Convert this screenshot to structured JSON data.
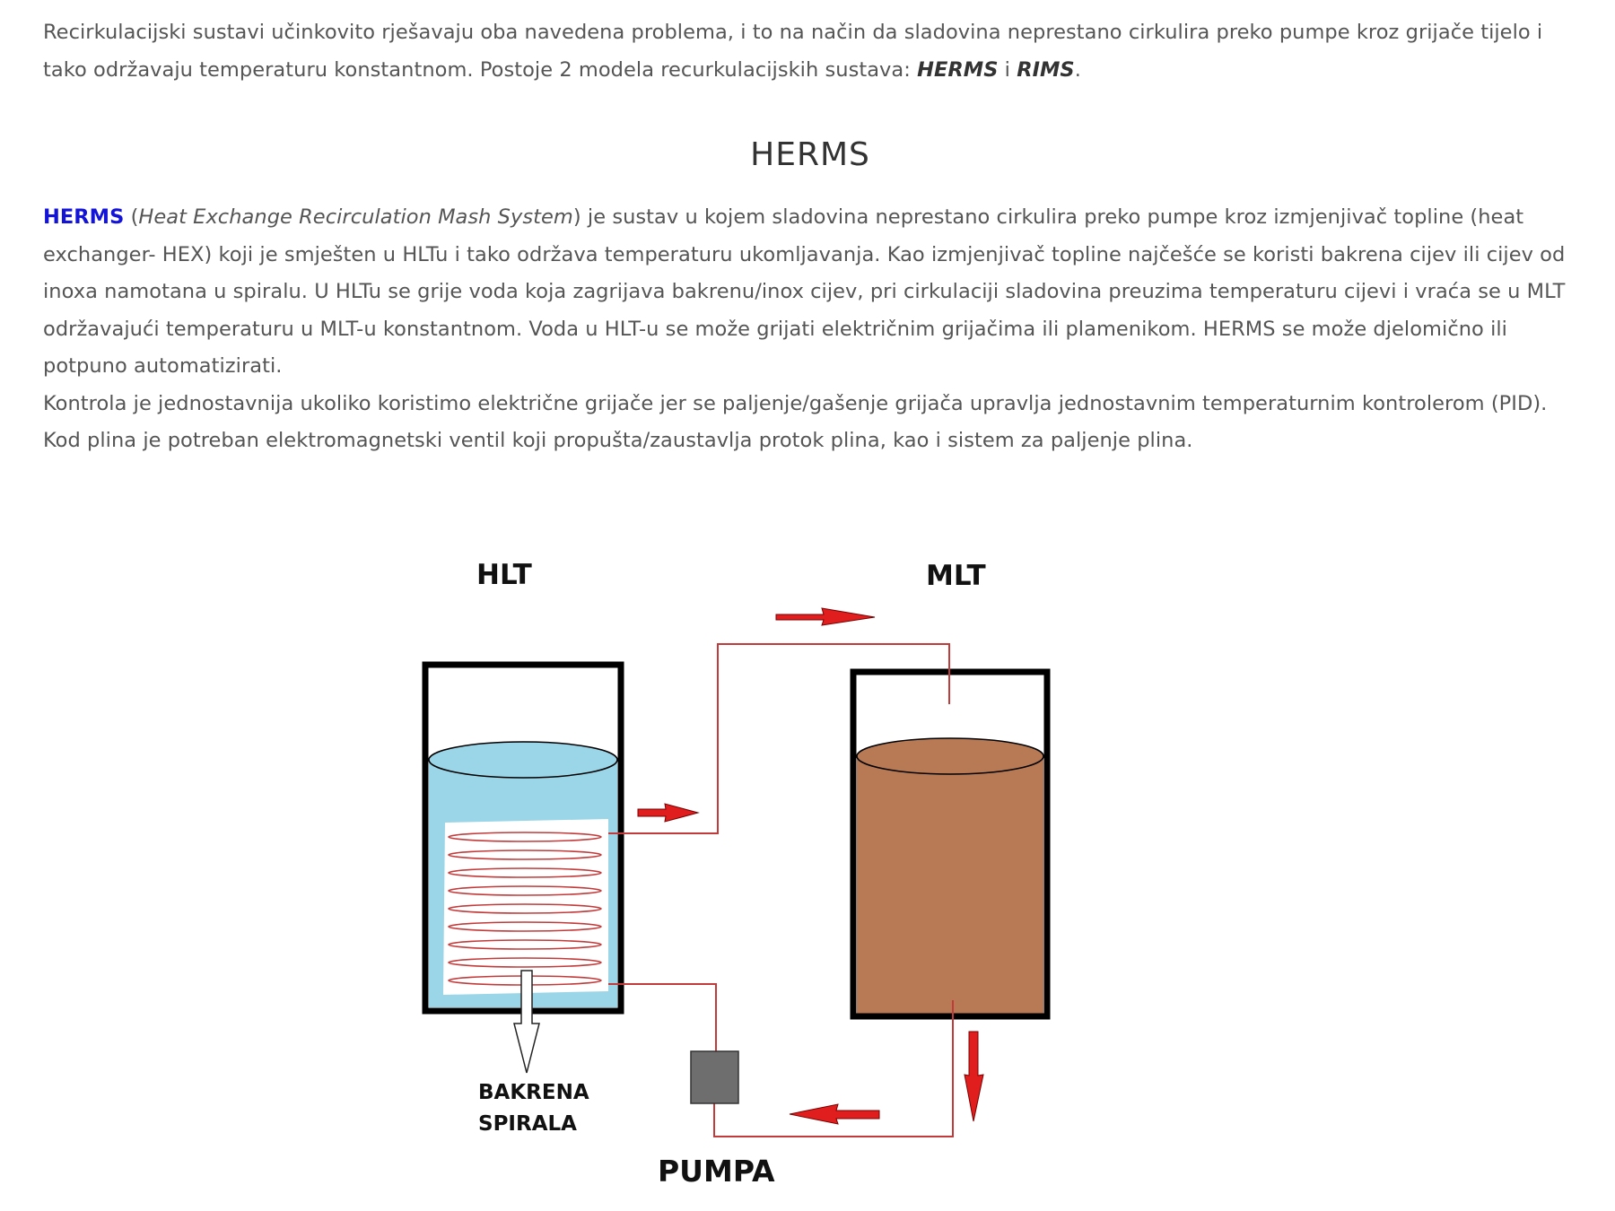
{
  "intro": {
    "text_before": "Recirkulacijski sustavi učinkovito rješavaju oba navedena problema, i to na način da sladovina neprestano cirkulira preko pumpe kroz grijače tijelo i tako održavaju temperaturu konstantnom. Postoje 2 modela recurkulacijskih sustava: ",
    "term1": "HERMS",
    "joiner": " i ",
    "term2": "RIMS",
    "text_after": "."
  },
  "section": {
    "title": "HERMS"
  },
  "herms": {
    "link_text": "HERMS",
    "open_paren": " (",
    "full_name": "Heat Exchange Recirculation Mash System",
    "description": ") je sustav u kojem sladovina neprestano cirkulira preko pumpe kroz izmjenjivač topline (heat exchanger- HEX) koji je smješten u HLTu i tako održava temperaturu ukomljavanja. Kao izmjenjivač topline najčešće se koristi bakrena cijev ili cijev od inoxa namotana u spiralu. U HLTu se grije voda koja zagrijava bakrenu/inox cijev, pri cirkulaciji sladovina preuzima temperaturu cijevi i vraća se u MLT održavajući temperaturu u MLT-u konstantnom. Voda u HLT-u se može grijati električnim grijačima ili plamenikom. HERMS se može djelomično ili potpuno automatizirati.",
    "control_text": "Kontrola je jednostavnija ukoliko koristimo električne grijače jer se paljenje/gašenje grijača upravlja jednostavnim temperaturnim kontrolerom (PID). Kod plina je potreban elektromagnetski ventil koji propušta/zaustavlja protok plina, kao i sistem za paljenje plina."
  },
  "diagram": {
    "label_hlt": "HLT",
    "label_mlt": "MLT",
    "label_coil_line1": "BAKRENA",
    "label_coil_line2": "SPIRALA",
    "label_pump": "PUMPA",
    "colors": {
      "water": "#9ad6e8",
      "wort": "#b87955",
      "pipe": "#c23a3a",
      "arrow": "#e01e1e",
      "pump": "#6e6e6e",
      "tank_outline": "#000000"
    }
  }
}
